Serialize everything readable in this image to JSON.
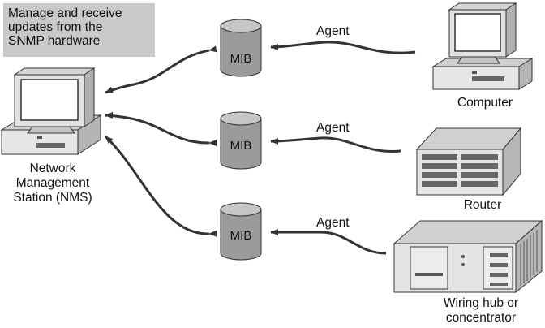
{
  "note": {
    "lines": [
      "Manage and receive",
      "updates from the",
      "SNMP hardware"
    ]
  },
  "nms": {
    "label_lines": [
      "Network",
      "Management",
      "Station (NMS)"
    ]
  },
  "mibs": [
    {
      "label": "MIB"
    },
    {
      "label": "MIB"
    },
    {
      "label": "MIB"
    }
  ],
  "agents": [
    {
      "label": "Agent"
    },
    {
      "label": "Agent"
    },
    {
      "label": "Agent"
    }
  ],
  "devices": {
    "computer": {
      "label_lines": [
        "Computer"
      ]
    },
    "router": {
      "label_lines": [
        "Router"
      ]
    },
    "hub": {
      "label_lines": [
        "Wiring hub or",
        "concentrator"
      ]
    }
  },
  "colors": {
    "background": "#ffffff",
    "note_fill": "#c9c9c9",
    "device_fill": "#e2e2e2",
    "device_shade": "#b9b9b9",
    "cylinder": "#9b9b9b",
    "arrow": "#333333",
    "text": "#111111"
  }
}
